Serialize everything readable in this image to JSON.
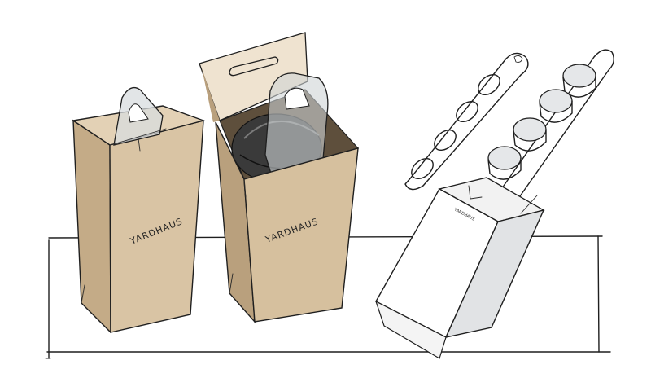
{
  "palette": {
    "ink": "#1f1f1f",
    "cardboard": "#d4bf9f",
    "cardboard_shade": "#b9a07d",
    "cardboard_dark": "#a58a66",
    "plastic": "#cfd3d6",
    "product_dark": "#3a3a3a",
    "background": "#ffffff"
  },
  "box_1": {
    "brand_text": "YARDHAUS"
  },
  "box_2": {
    "brand_text": "YARDHAUS"
  },
  "tray_box": {
    "brand_text": "YARDHAUS"
  }
}
